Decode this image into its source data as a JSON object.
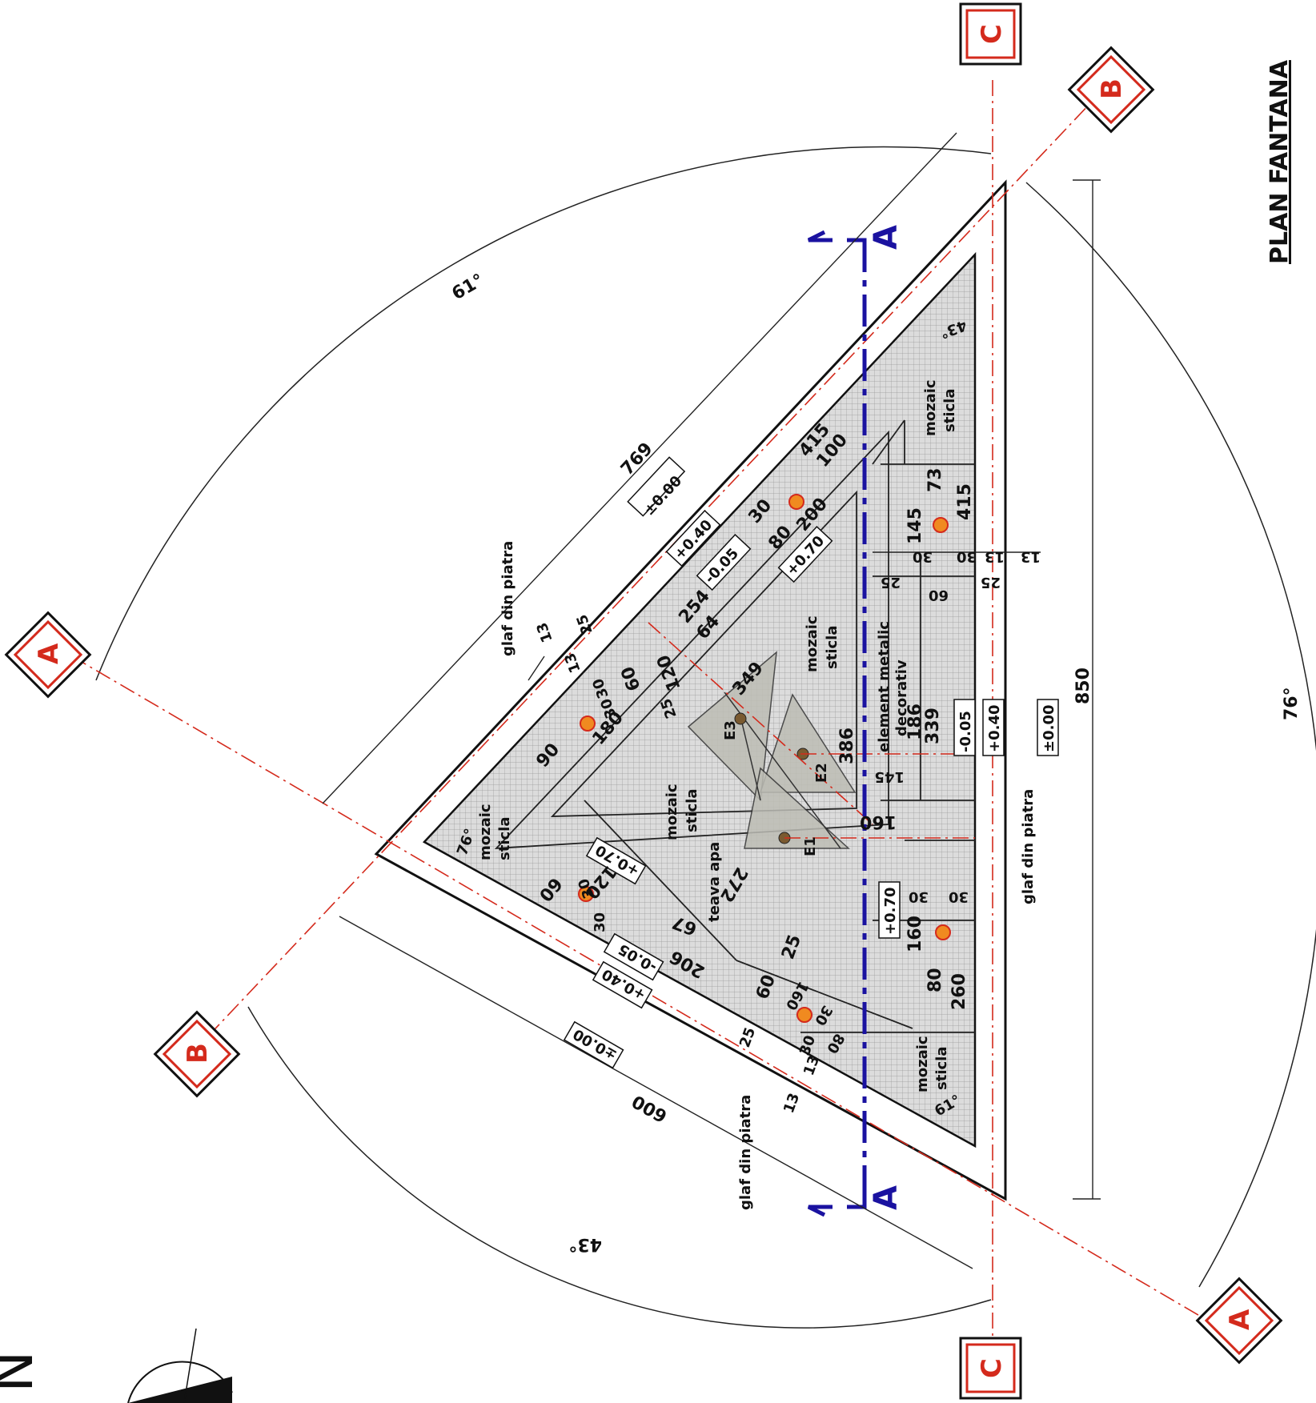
{
  "title": "PLAN FANTANA",
  "north_label": "N",
  "axes": {
    "a": "A",
    "b": "B",
    "c": "C"
  },
  "section_label": "A",
  "colors": {
    "axis": "#d42a1c",
    "section": "#1a12a0",
    "hatch": "#c8c8c8",
    "fill": "#d6d6d6"
  },
  "angles": {
    "top": "61°",
    "right": "76°",
    "bottom": "43°",
    "left_inner": "76°",
    "bottom_inner": "61°",
    "top_inner": "43°"
  },
  "dims": {
    "d769": "769",
    "d600": "600",
    "d850": "850",
    "d415a": "415",
    "d100": "100",
    "d30a": "30",
    "d80a": "80",
    "d200": "200",
    "d254": "254",
    "d64": "64",
    "d25a": "25",
    "d13a": "13",
    "d13b": "13",
    "d30b": "30",
    "d60a": "60",
    "d120": "120",
    "d25b": "25",
    "d349": "349",
    "d90": "90",
    "d30c": "30",
    "d180": "180",
    "d145a": "145",
    "d73": "73",
    "d415b": "415",
    "d13c": "13",
    "d30d": "30",
    "d13d": "13",
    "d30e": "30",
    "d25c": "25",
    "d60b": "60",
    "d25d": "25",
    "d186": "186",
    "d339": "339",
    "d386": "386",
    "d145b": "145",
    "d160": "160",
    "d30f": "30",
    "d30g": "30",
    "d160b": "160",
    "d80b": "80",
    "d260": "260",
    "d60c": "60",
    "d30h": "30",
    "d120b": "120",
    "d30i": "30",
    "d67": "67",
    "d206": "206",
    "d272": "272",
    "d25e": "25",
    "d60d": "60",
    "d160c": "160",
    "d30j": "30",
    "d80c": "80",
    "d30k": "30",
    "d13e": "13",
    "d13f": "13",
    "d25f": "25"
  },
  "levels": {
    "top_pm0": "±0.00",
    "top_p040": "+0.40",
    "top_m005": "-0.05",
    "top_p070": "+0.70",
    "left_p070": "+0.70",
    "bot_m005": "-0.05",
    "bot_p040": "+0.40",
    "bot_pm0": "±0.00",
    "r_m005": "-0.05",
    "r_p040": "+0.40",
    "r_pm0": "±0.00",
    "r_p070": "+0.70"
  },
  "labels": {
    "glaf1": "glaf din piatra",
    "glaf2": "glaf din piatra",
    "glaf3": "glaf din piatra",
    "moz1a": "mozaic",
    "moz1b": "sticla",
    "moz2a": "mozaic",
    "moz2b": "sticla",
    "moz3a": "mozaic",
    "moz3b": "sticla",
    "moz4a": "mozaic",
    "moz4b": "sticla",
    "moz5a": "mozaic",
    "moz5b": "sticla",
    "elem1": "element metalic",
    "elem2": "decorativ",
    "teava": "teava apa",
    "e1": "E1",
    "e2": "E2",
    "e3": "E3"
  }
}
